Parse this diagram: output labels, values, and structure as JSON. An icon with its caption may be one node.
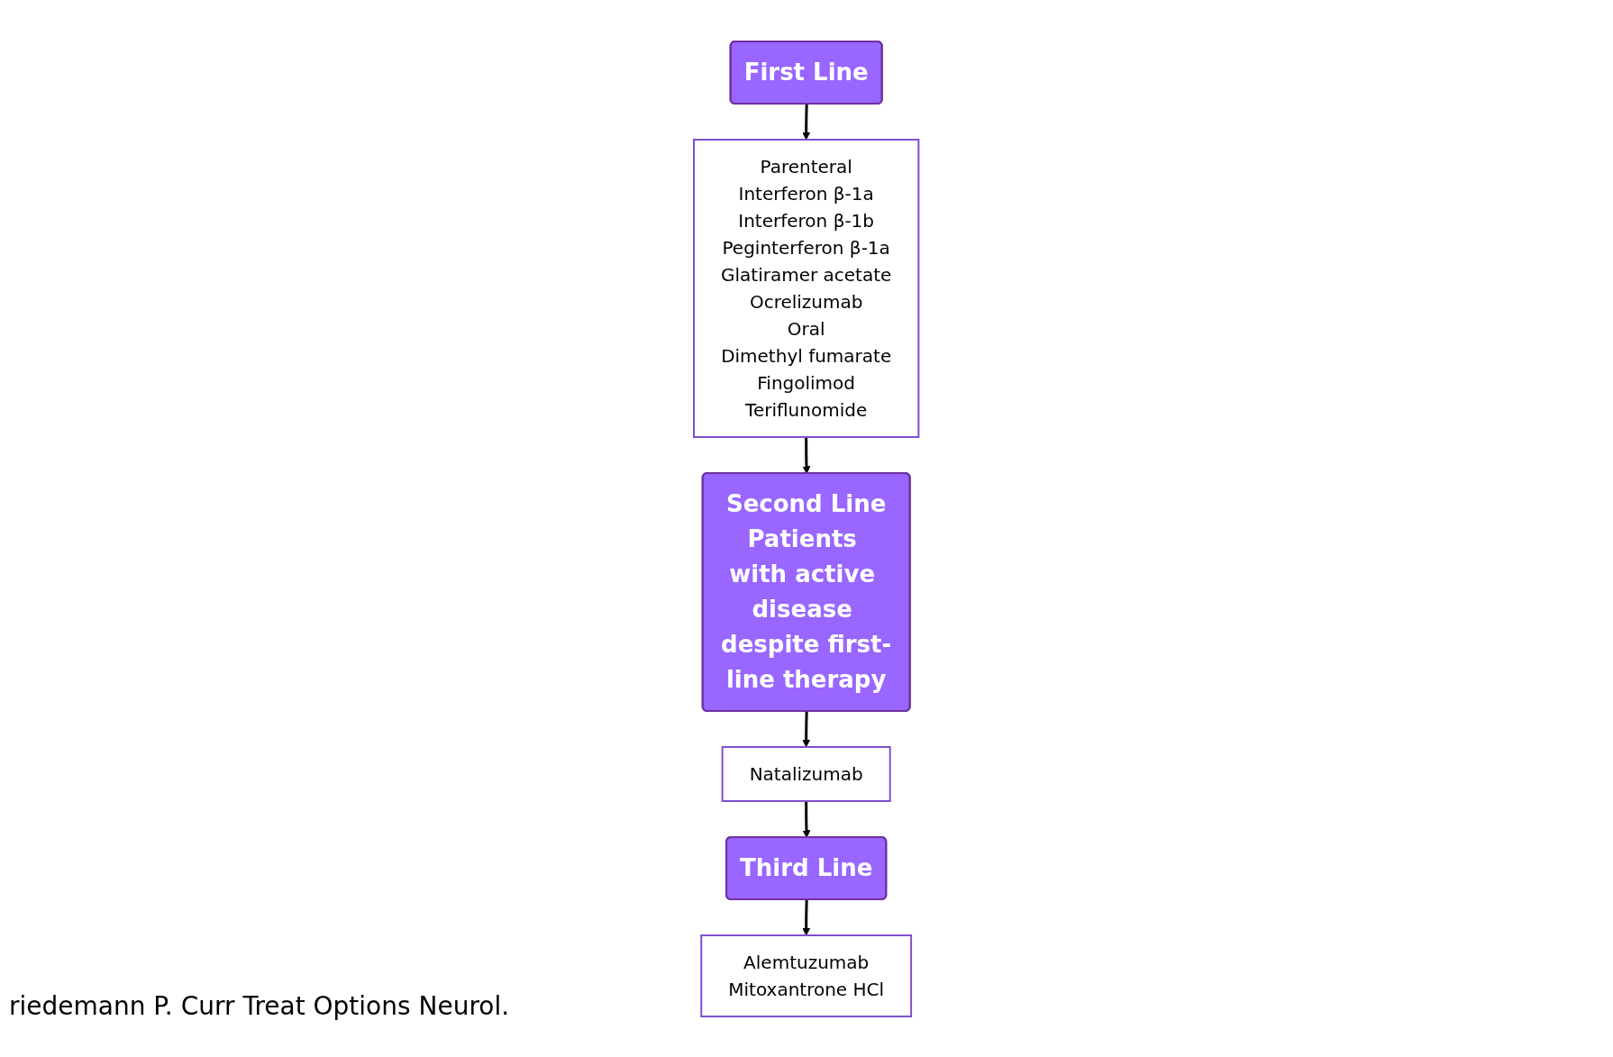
{
  "diagram": {
    "nodes": [
      {
        "text": [
          "First Line"
        ]
      },
      {
        "text": [
          "Parenteral",
          "Interferon β-1a",
          "Interferon β-1b",
          "Peginterferon β-1a",
          "Glatiramer acetate",
          "Ocrelizumab",
          "Oral",
          "Dimethyl fumarate",
          "Fingolimod",
          "Teriflunomide"
        ]
      },
      {
        "text": [
          "Second Line",
          "Patients with active disease despite first-line therapy"
        ]
      },
      {
        "text": [
          "Natalizumab"
        ]
      },
      {
        "text": [
          "Third Line"
        ]
      },
      {
        "text": [
          "Alemtuzumab",
          "Mitoxantrone HCl"
        ]
      }
    ],
    "edges": [
      {
        "from": 0,
        "to": 1,
        "arrow": "to"
      },
      {
        "from": 1,
        "to": 2,
        "arrow": "to"
      },
      {
        "from": 2,
        "to": 3,
        "arrow": "to"
      },
      {
        "from": 3,
        "to": 4,
        "arrow": "to"
      },
      {
        "from": 4,
        "to": 5,
        "arrow": "to"
      }
    ],
    "labels": [
      "riedemann P. Curr Treat Options Neurol."
    ]
  }
}
